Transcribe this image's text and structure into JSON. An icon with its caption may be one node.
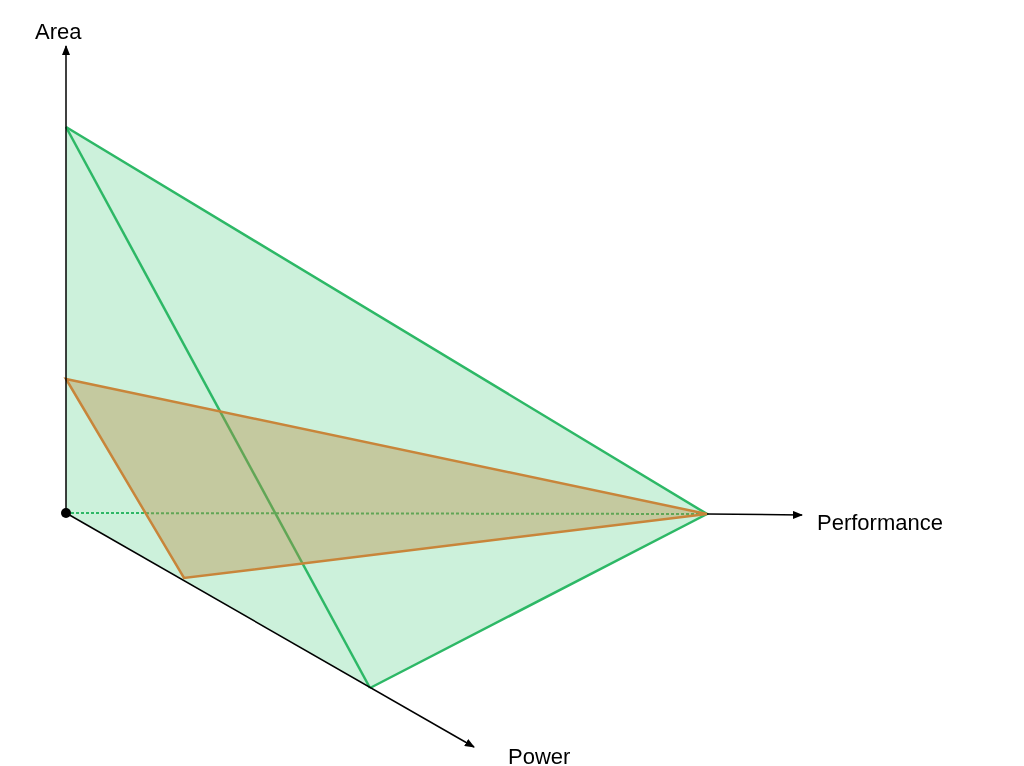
{
  "diagram": {
    "labels": [
      "Area",
      "Performance",
      "Power"
    ]
  }
}
